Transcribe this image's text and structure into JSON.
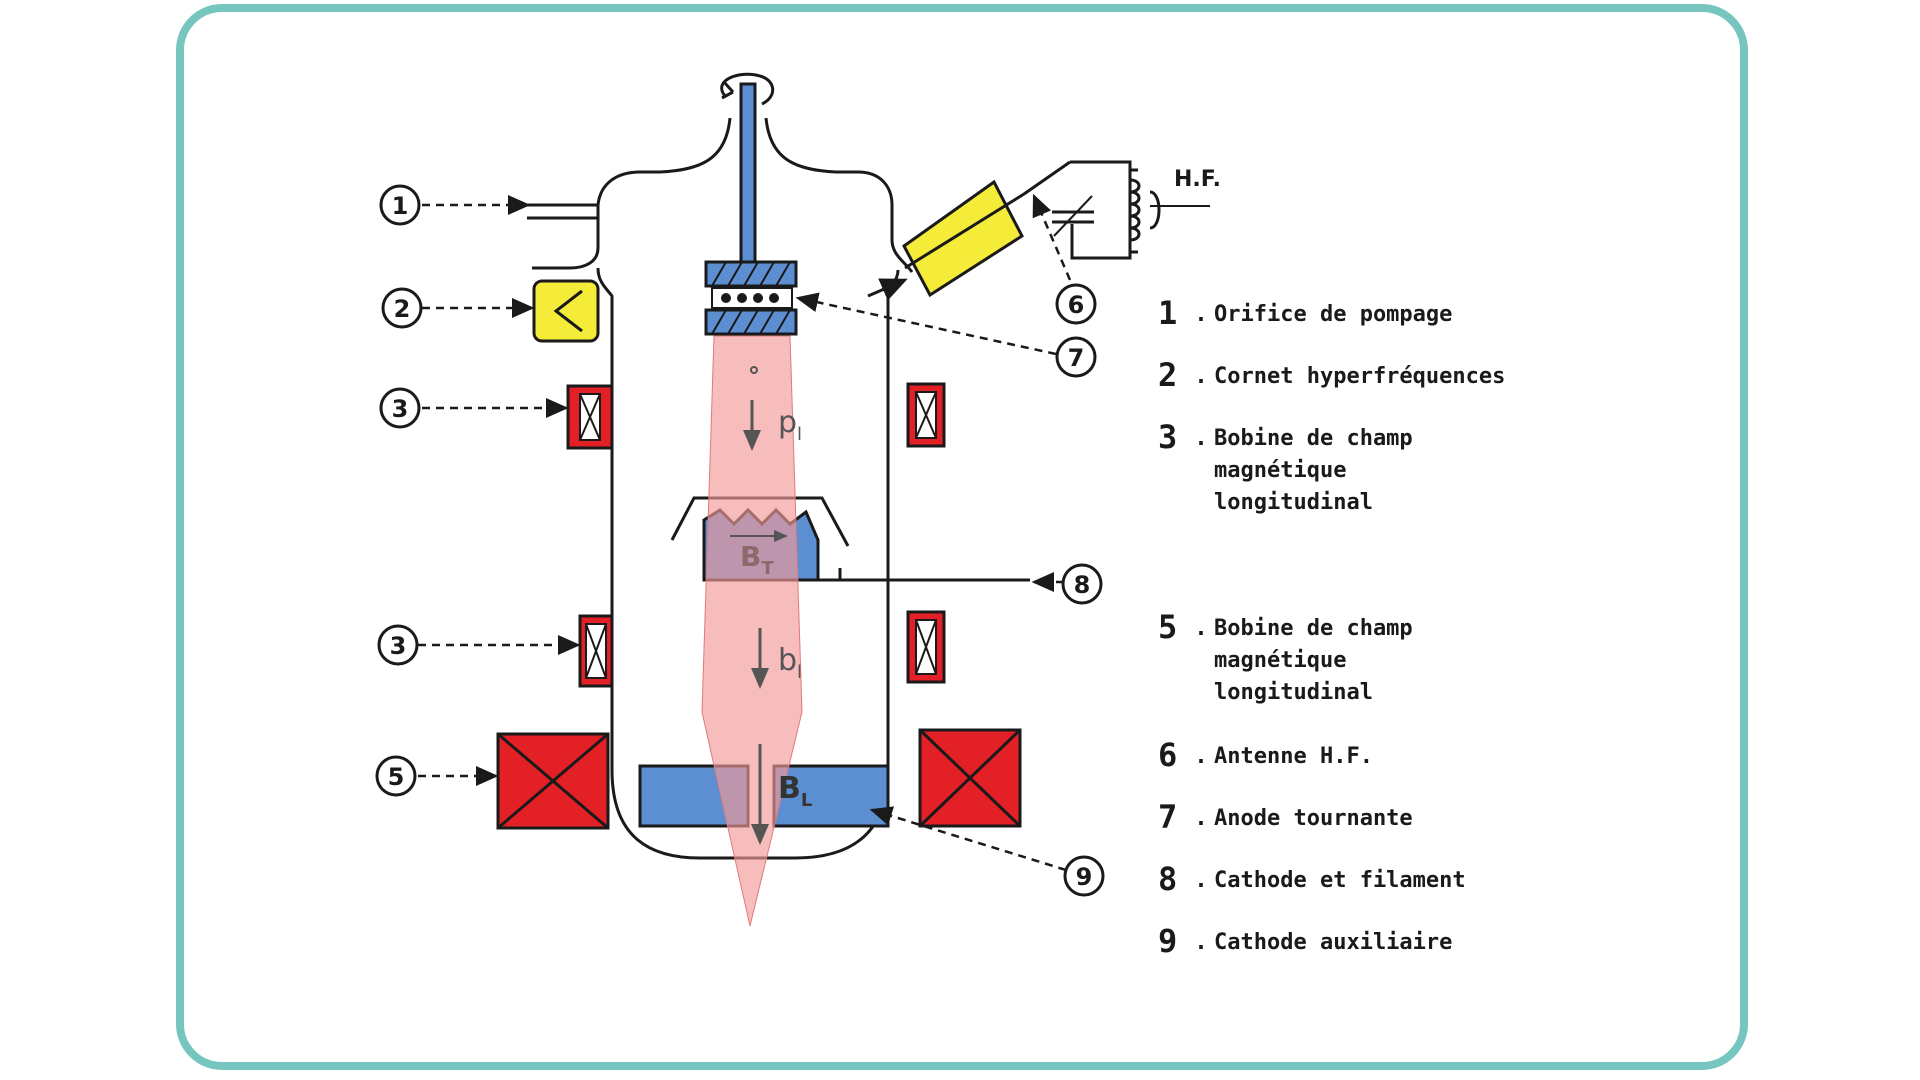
{
  "callouts": [
    "1",
    "2",
    "3",
    "3",
    "5",
    "6",
    "7",
    "8",
    "9"
  ],
  "annotations": {
    "hf": "H.F.",
    "field_pl": "p",
    "field_pl_sub": "l",
    "field_bt": "B",
    "field_bt_sub": "T",
    "field_bl_small": "b",
    "field_bl_small_sub": "l",
    "field_bl": "B",
    "field_bl_sub": "L"
  },
  "legend": [
    {
      "num": "1",
      "sep": ".",
      "text": "Orifice de pompage"
    },
    {
      "num": "2",
      "sep": ".",
      "text": "Cornet hyperfréquences"
    },
    {
      "num": "3",
      "sep": ".",
      "text": "Bobine de champ magnétique longitudinal"
    },
    {
      "num": "5",
      "sep": ".",
      "text": "Bobine de champ magnétique longitudinal"
    },
    {
      "num": "6",
      "sep": ".",
      "text": "Antenne H.F."
    },
    {
      "num": "7",
      "sep": ".",
      "text": "Anode tournante"
    },
    {
      "num": "8",
      "sep": ".",
      "text": "Cathode et filament"
    },
    {
      "num": "9",
      "sep": ".",
      "text": "Cathode auxiliaire"
    }
  ],
  "colors": {
    "frame": "#76c5be",
    "coil_red": "#e22026",
    "horn_yellow": "#f5ec3a",
    "electrode_blue": "#5b8fd1",
    "beam_pink": "#f29a9a"
  }
}
